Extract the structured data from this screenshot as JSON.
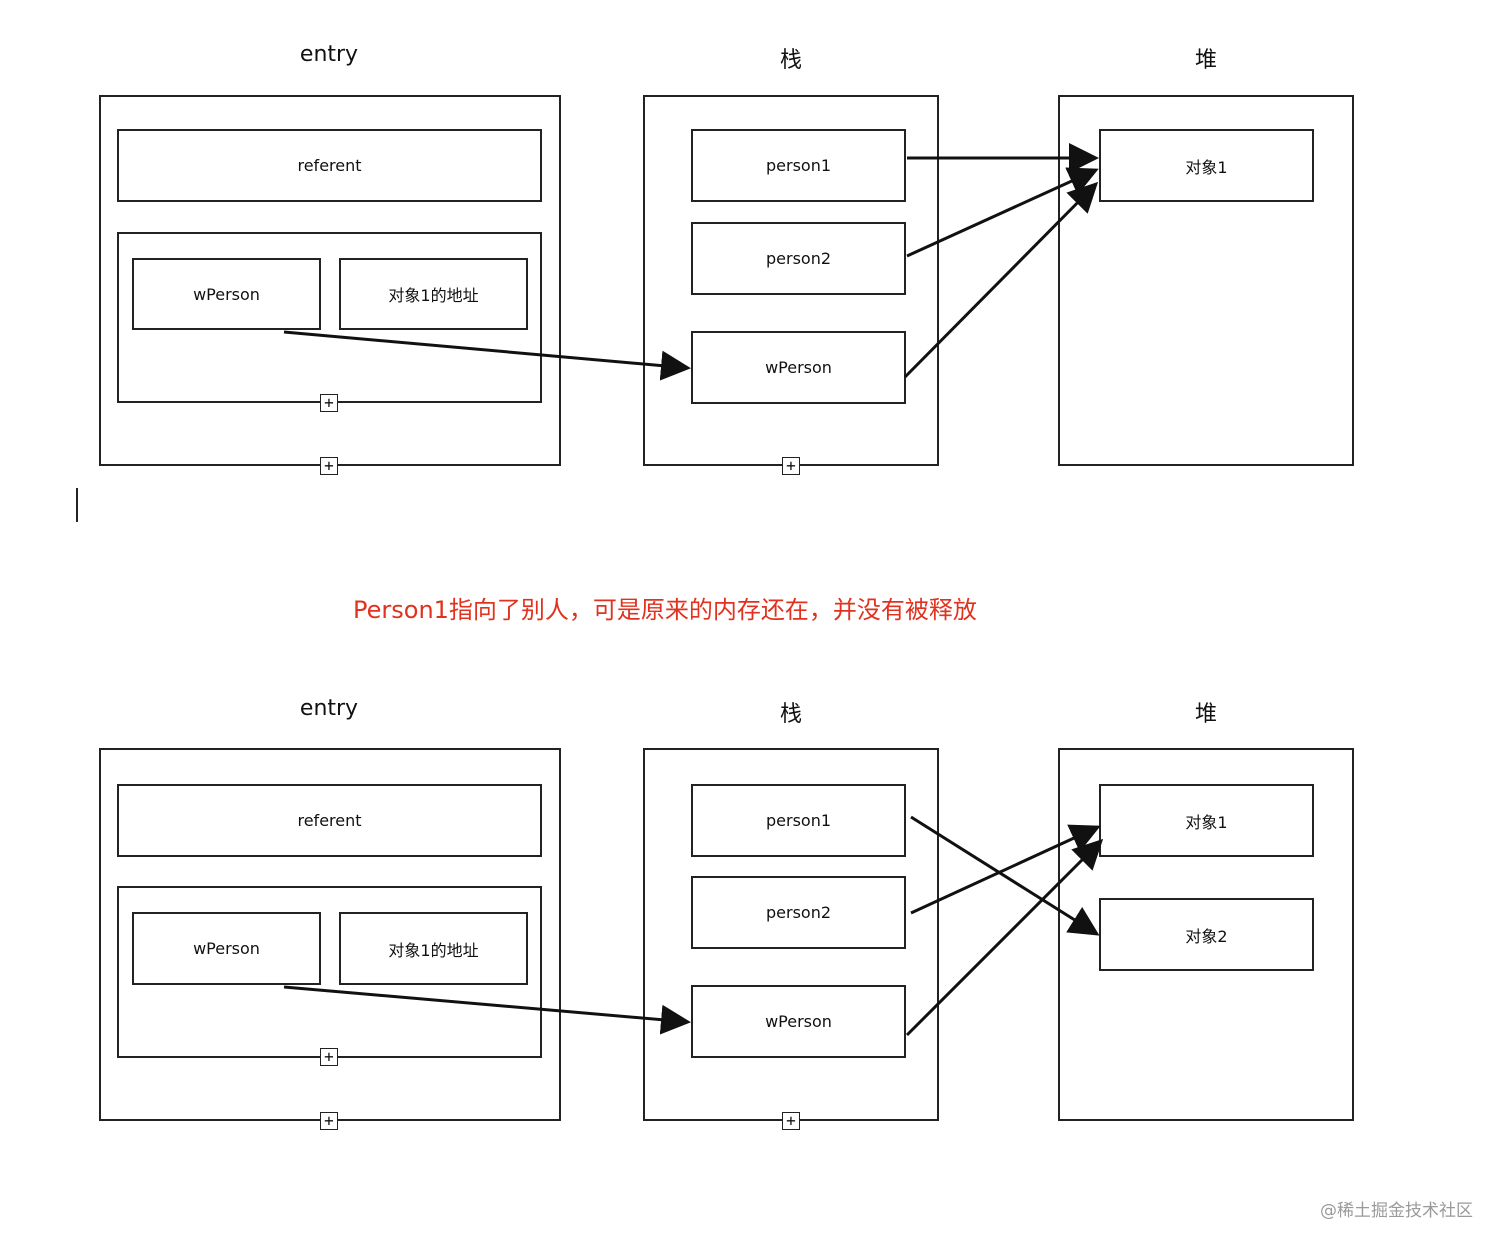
{
  "diagrams": [
    {
      "titles": {
        "entry": "entry",
        "stack": "栈",
        "heap": "堆"
      },
      "entry": {
        "referent": "referent",
        "inner_left": "wPerson",
        "inner_right": "对象1的地址"
      },
      "stack": {
        "items": [
          "person1",
          "person2",
          "wPerson"
        ]
      },
      "heap": {
        "items": [
          "对象1"
        ]
      },
      "arrows": [
        {
          "from": "entry.wPerson",
          "to": "stack.wPerson"
        },
        {
          "from": "stack.person1",
          "to": "heap.对象1"
        },
        {
          "from": "stack.person2",
          "to": "heap.对象1"
        },
        {
          "from": "stack.wPerson",
          "to": "heap.对象1"
        }
      ]
    },
    {
      "titles": {
        "entry": "entry",
        "stack": "栈",
        "heap": "堆"
      },
      "entry": {
        "referent": "referent",
        "inner_left": "wPerson",
        "inner_right": "对象1的地址"
      },
      "stack": {
        "items": [
          "person1",
          "person2",
          "wPerson"
        ]
      },
      "heap": {
        "items": [
          "对象1",
          "对象2"
        ]
      },
      "arrows": [
        {
          "from": "entry.wPerson",
          "to": "stack.wPerson"
        },
        {
          "from": "stack.person1",
          "to": "heap.对象2"
        },
        {
          "from": "stack.person2",
          "to": "heap.对象1"
        },
        {
          "from": "stack.wPerson",
          "to": "heap.对象1"
        }
      ]
    }
  ],
  "caption": "Person1指向了别人，可是原来的内存还在，并没有被释放",
  "watermark": "@稀土掘金技术社区",
  "colors": {
    "caption": "#e0321e",
    "line": "#222222",
    "watermark": "#9a9a9a"
  },
  "icons": {
    "expand": "plus-square-icon"
  }
}
